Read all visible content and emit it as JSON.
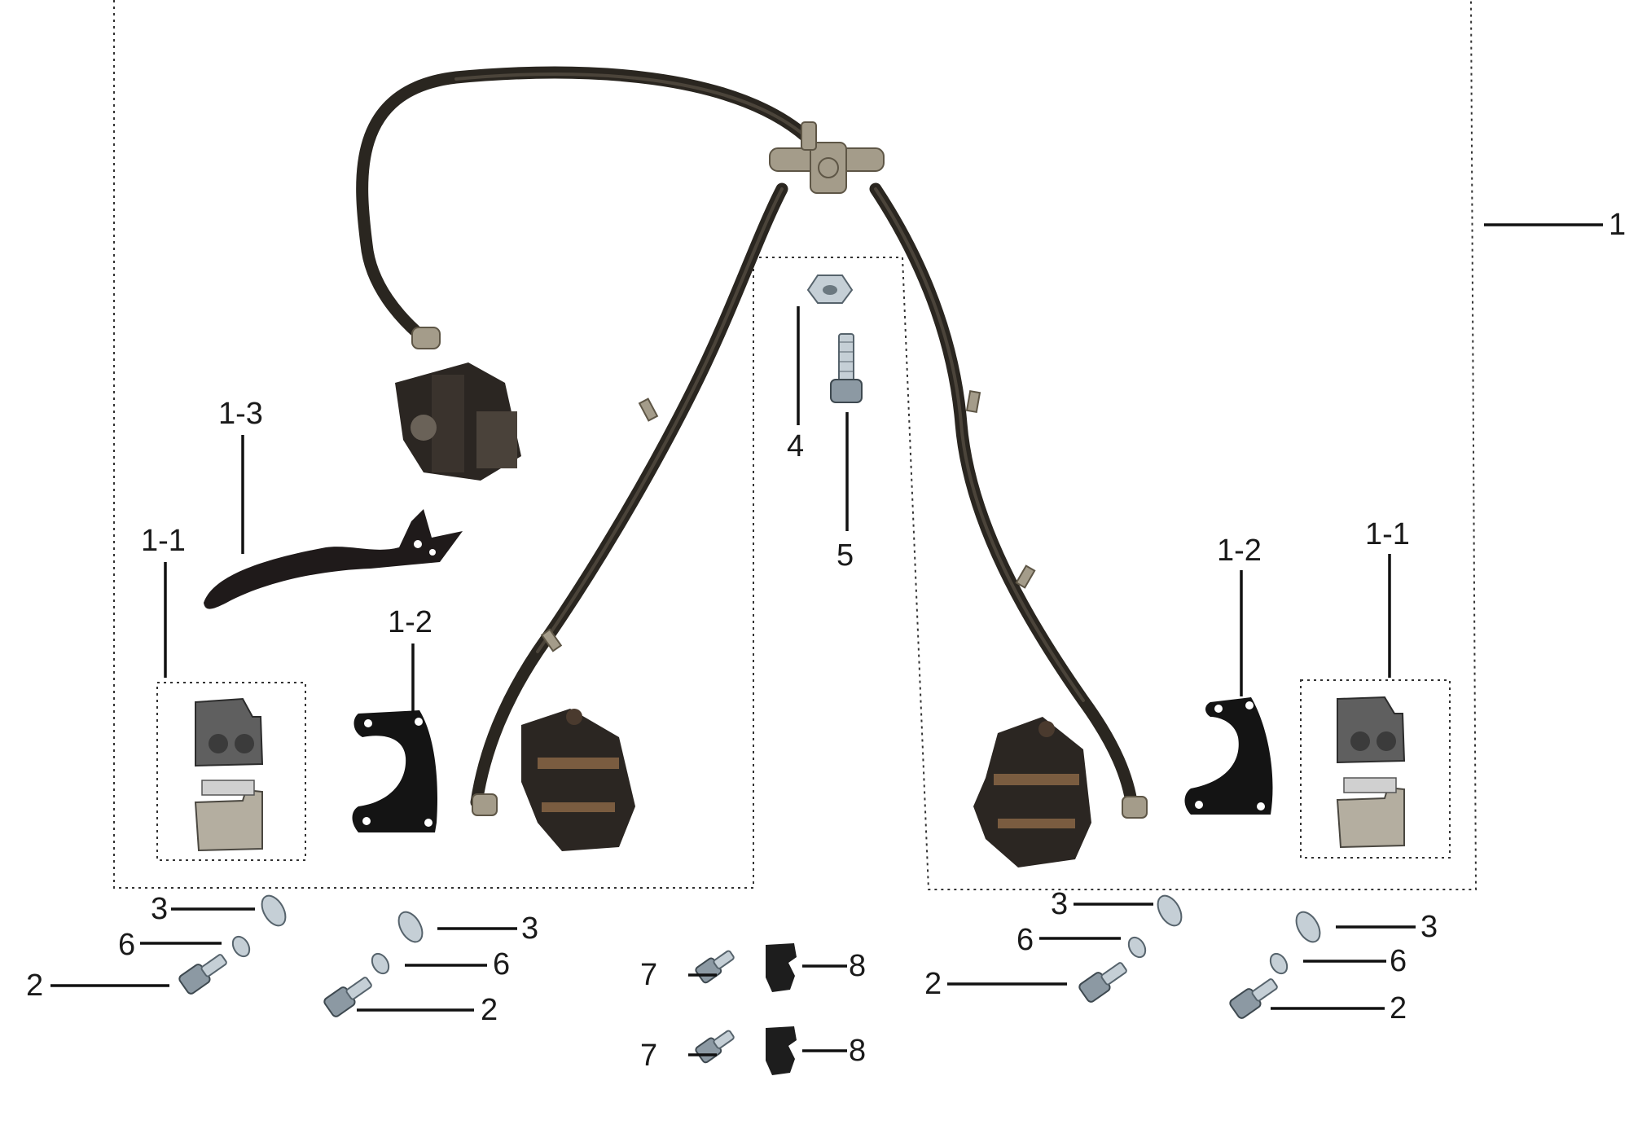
{
  "diagram": {
    "callouts": {
      "assembly": "1",
      "pad_left": "1-1",
      "pad_right": "1-1",
      "bracket_left": "1-2",
      "bracket_right": "1-2",
      "lever": "1-3",
      "bolt_a": "2",
      "bolt_b": "2",
      "bolt_c": "2",
      "bolt_d": "2",
      "washer_a": "3",
      "washer_b": "3",
      "washer_c": "3",
      "washer_d": "3",
      "nut": "4",
      "bolt_long": "5",
      "ring_a": "6",
      "ring_b": "6",
      "ring_c": "6",
      "ring_d": "6",
      "screw_top": "7",
      "screw_bottom": "7",
      "clip_top": "8",
      "clip_bottom": "8"
    }
  },
  "colors": {
    "hose": "#2a2620",
    "fitting": "#a49c8a",
    "bracket": "#141414",
    "fastener": "#8c99a3"
  }
}
